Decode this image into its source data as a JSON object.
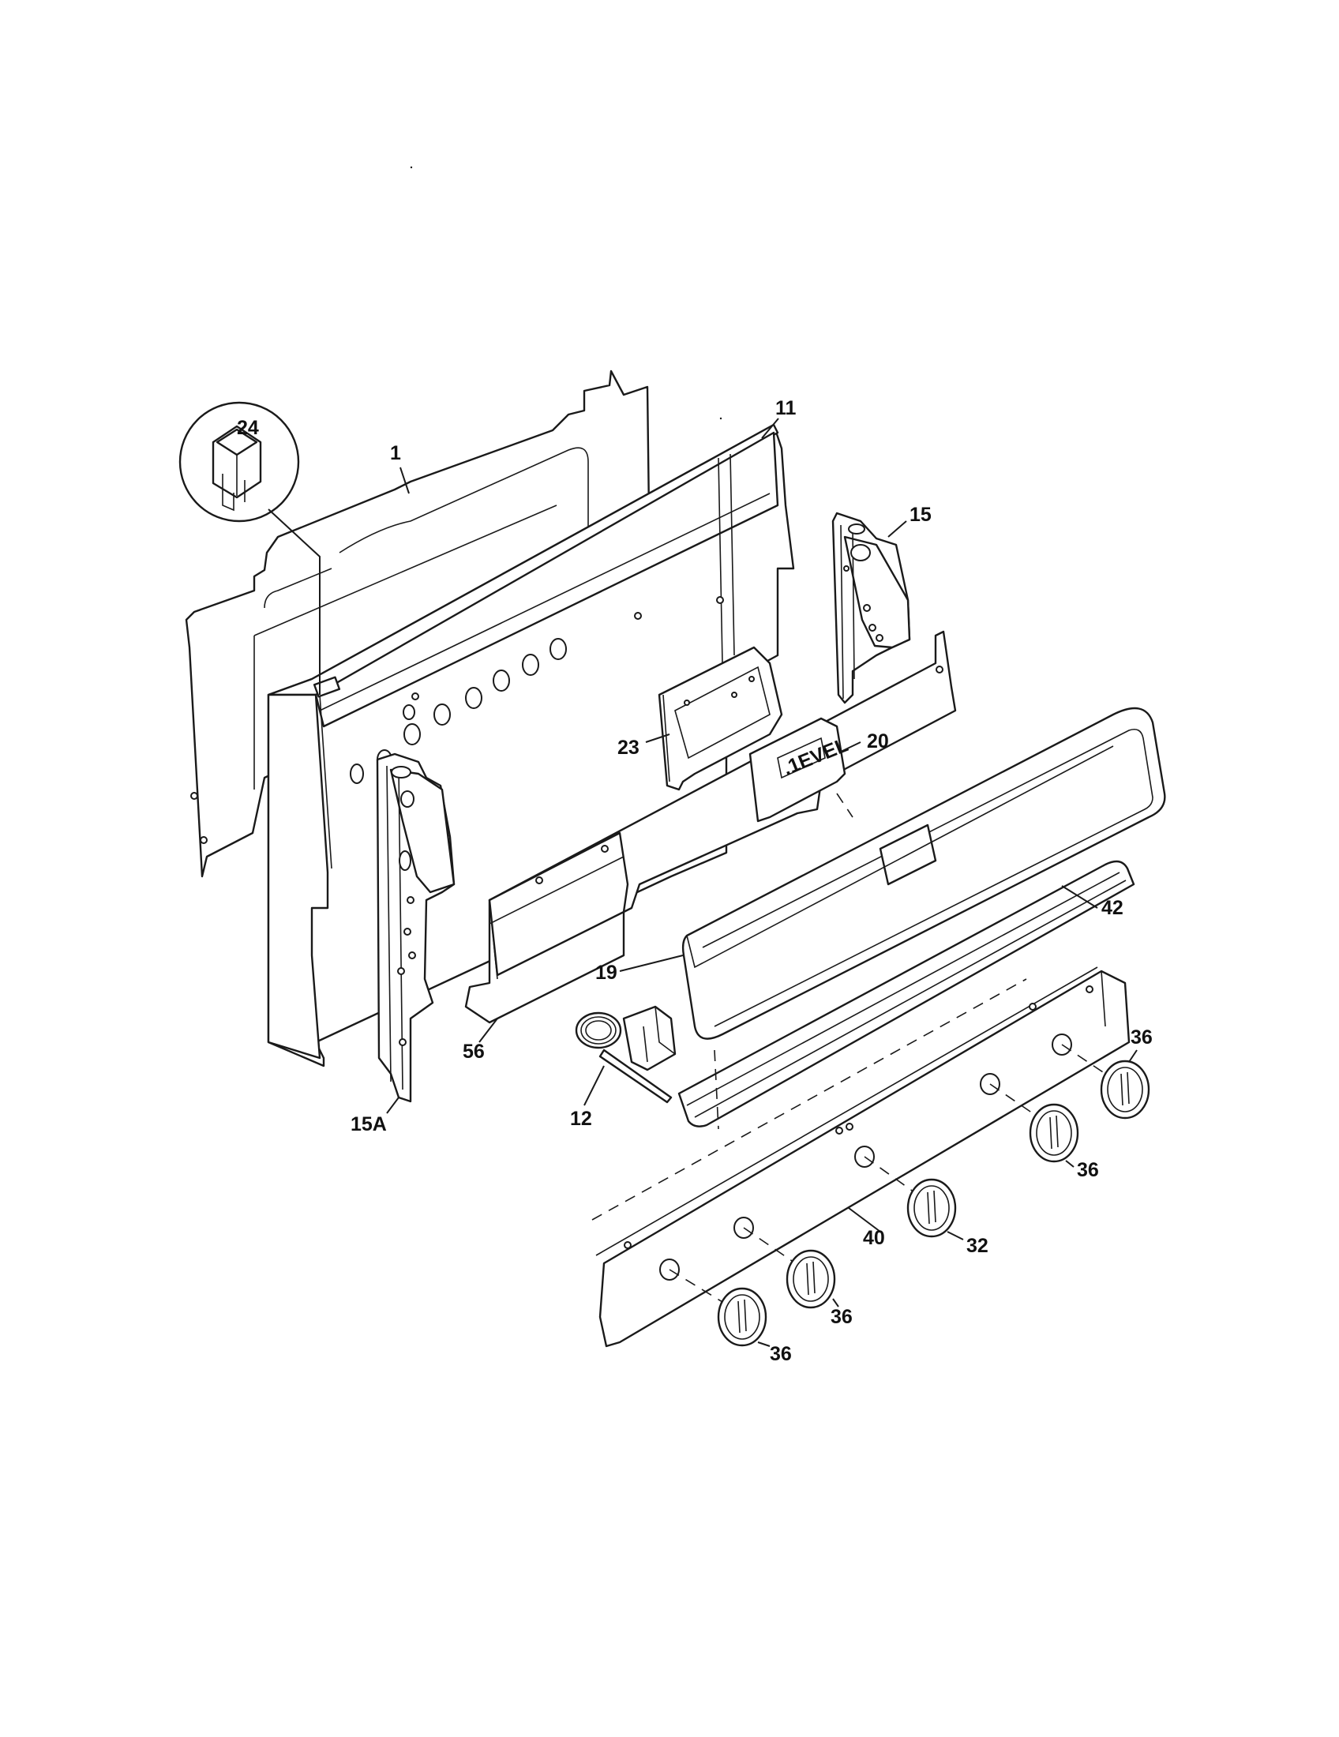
{
  "callouts": {
    "c1": "1",
    "c11": "11",
    "c24": "24",
    "c15": "15",
    "c23": "23",
    "c20": "20",
    "c42": "42",
    "c19": "19",
    "c56": "56",
    "c15a": "15A",
    "c12": "12",
    "c36a": "36",
    "c36b": "36",
    "c40": "40",
    "c32": "32",
    "c36c": "36",
    "c36d": "36"
  },
  "display_panel_text": ".1EVEL"
}
